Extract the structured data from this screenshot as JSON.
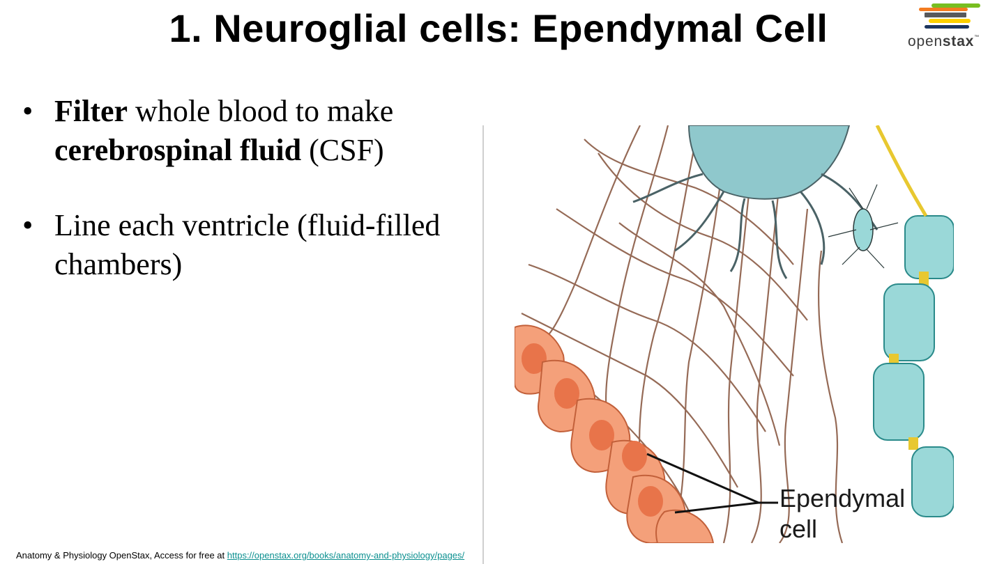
{
  "slide": {
    "title": "1. Neuroglial cells: Ependymal Cell"
  },
  "logo": {
    "word_light": "open",
    "word_bold": "stax",
    "tm": "™",
    "bar_colors": [
      "#f47b20",
      "#78be20",
      "#58595b",
      "#fdd000",
      "#1c355e"
    ]
  },
  "bullets": {
    "glyph": "•",
    "items": [
      {
        "bold_1": "Filter",
        "text_1": " whole blood to make ",
        "bold_2": "cerebrospinal fluid",
        "text_2": " (CSF)"
      },
      {
        "text_1": "Line each ventricle (fluid-filled chambers)"
      }
    ]
  },
  "figure": {
    "label_line1": "Ependymal",
    "label_line2": "cell",
    "colors": {
      "ependymal_fill": "#f4a07a",
      "ependymal_stroke": "#c2603a",
      "nucleus": "#e8744a",
      "process_stroke": "#8a5a44",
      "astrocyte": "#8fc8cc",
      "dendrite": "#4a6266",
      "axon": "#9ad8d8",
      "myelin_gap": "#e8c830"
    }
  },
  "footer": {
    "text": "Anatomy & Physiology OpenStax, Access for free at ",
    "link": "https://openstax.org/books/anatomy-and-physiology/pages/"
  }
}
